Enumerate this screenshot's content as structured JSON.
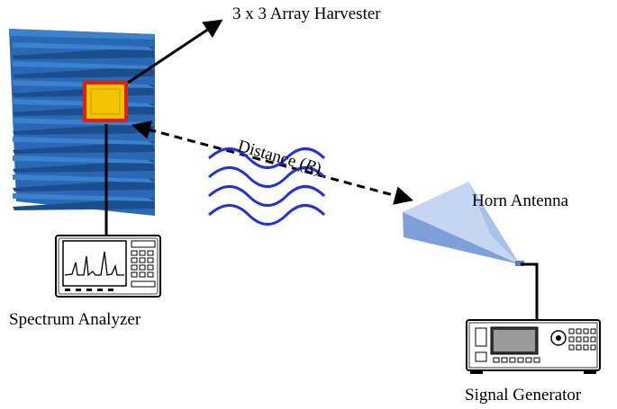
{
  "labels": {
    "harvester": "3 x 3 Array Harvester",
    "distance_prefix": "Distance (",
    "distance_var": "R",
    "distance_suffix": ")",
    "horn": "Horn Antenna",
    "spectrum": "Spectrum Analyzer",
    "siggen": "Signal Generator"
  },
  "colors": {
    "absorber_front": "#2a68b6",
    "absorber_dark": "#1b4e8c",
    "absorber_light": "#3a82cc",
    "harvester_fill": "#f5c400",
    "harvester_border": "#e02010",
    "wave": "#1f2fe6",
    "horn_light": "#c4d6f2",
    "horn_mid": "#a9c1ea",
    "horn_dark": "#7f9fd8",
    "instrument_bg": "#ffffff",
    "instrument_line": "#000000"
  },
  "icons": {
    "absorber": "anechoic-absorber-icon",
    "harvester": "array-harvester-icon",
    "waves": "em-wave-icon",
    "horn": "horn-antenna-icon",
    "spectrum": "spectrum-analyzer-icon",
    "siggen": "signal-generator-icon"
  }
}
